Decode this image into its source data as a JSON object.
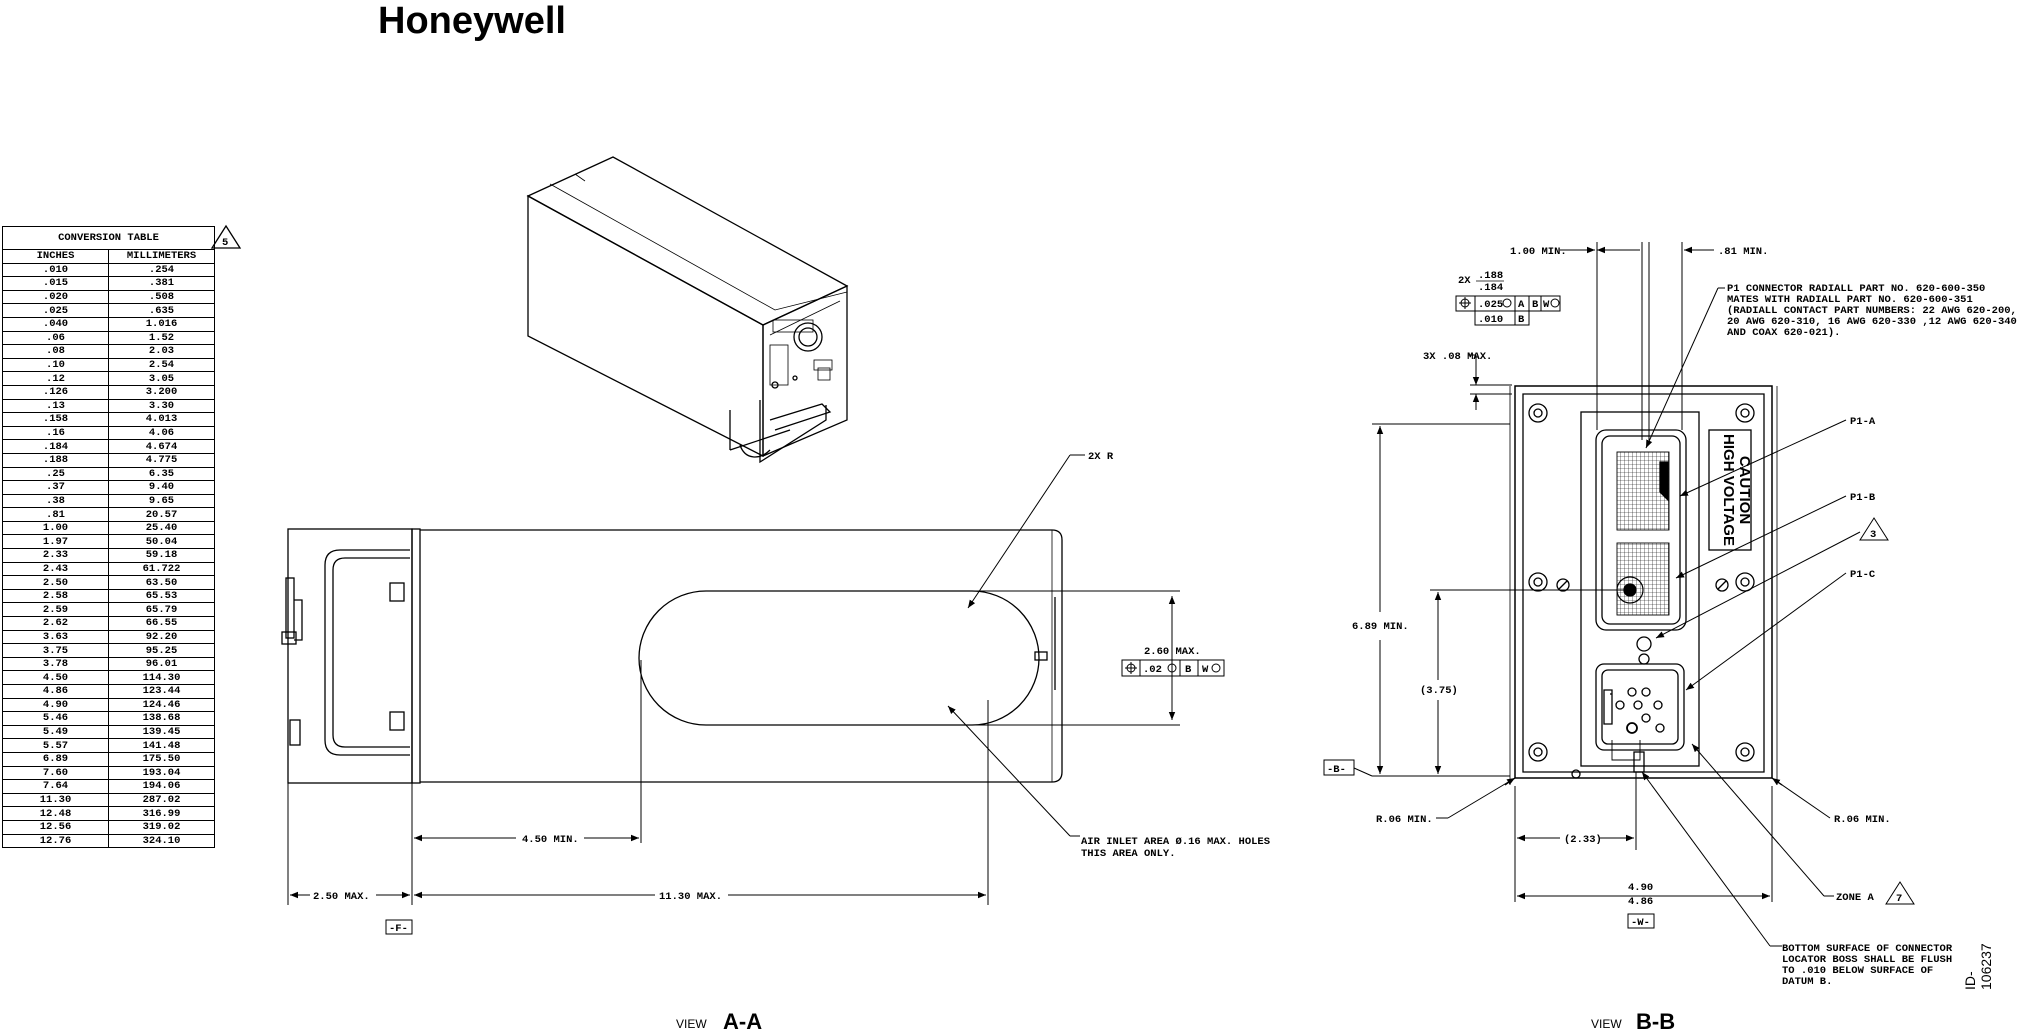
{
  "logo": "Honeywell",
  "conversion_table": {
    "title": "CONVERSION TABLE",
    "note": "5",
    "headers": [
      "INCHES",
      "MILLIMETERS"
    ],
    "rows": [
      [
        ".010",
        ".254"
      ],
      [
        ".015",
        ".381"
      ],
      [
        ".020",
        ".508"
      ],
      [
        ".025",
        ".635"
      ],
      [
        ".040",
        "1.016"
      ],
      [
        ".06",
        "1.52"
      ],
      [
        ".08",
        "2.03"
      ],
      [
        ".10",
        "2.54"
      ],
      [
        ".12",
        "3.05"
      ],
      [
        ".126",
        "3.200"
      ],
      [
        ".13",
        "3.30"
      ],
      [
        ".158",
        "4.013"
      ],
      [
        ".16",
        "4.06"
      ],
      [
        ".184",
        "4.674"
      ],
      [
        ".188",
        "4.775"
      ],
      [
        ".25",
        "6.35"
      ],
      [
        ".37",
        "9.40"
      ],
      [
        ".38",
        "9.65"
      ],
      [
        ".81",
        "20.57"
      ],
      [
        "1.00",
        "25.40"
      ],
      [
        "1.97",
        "50.04"
      ],
      [
        "2.33",
        "59.18"
      ],
      [
        "2.43",
        "61.722"
      ],
      [
        "2.50",
        "63.50"
      ],
      [
        "2.58",
        "65.53"
      ],
      [
        "2.59",
        "65.79"
      ],
      [
        "2.62",
        "66.55"
      ],
      [
        "3.63",
        "92.20"
      ],
      [
        "3.75",
        "95.25"
      ],
      [
        "3.78",
        "96.01"
      ],
      [
        "4.50",
        "114.30"
      ],
      [
        "4.86",
        "123.44"
      ],
      [
        "4.90",
        "124.46"
      ],
      [
        "5.46",
        "138.68"
      ],
      [
        "5.49",
        "139.45"
      ],
      [
        "5.57",
        "141.48"
      ],
      [
        "6.89",
        "175.50"
      ],
      [
        "7.60",
        "193.04"
      ],
      [
        "7.64",
        "194.06"
      ],
      [
        "11.30",
        "287.02"
      ],
      [
        "12.48",
        "316.99"
      ],
      [
        "12.56",
        "319.02"
      ],
      [
        "12.76",
        "324.10"
      ]
    ]
  },
  "view_aa": {
    "label_prefix": "VIEW",
    "label": "A-A",
    "callout_radius": "2X R",
    "dim_height": "2.60 MAX.",
    "fcf_tol": ".02",
    "fcf_datum1": "B",
    "fcf_datum2": "W",
    "dim_inlet": "4.50 MIN.",
    "air_inlet_note_1": "AIR INLET AREA Ø.16 MAX. HOLES",
    "air_inlet_note_2": "THIS AREA ONLY.",
    "dim_front": "2.50 MAX.",
    "dim_length": "11.30 MAX.",
    "datum_f": "-F-"
  },
  "view_bb": {
    "label_prefix": "VIEW",
    "label": "B-B",
    "dim_left": "1.00 MIN.",
    "dim_right": ".81 MIN.",
    "hole_qty": "2X",
    "hole_max": ".188",
    "hole_min": ".184",
    "fcf1_tol": ".025",
    "fcf1_datum1": "A",
    "fcf1_datum2": "B",
    "fcf1_datum3": "W",
    "fcf2_tol": ".010",
    "fcf2_datum": "B",
    "chamfer": "3X .08 MAX.",
    "connector_note_1": "P1 CONNECTOR RADIALL PART NO. 620-600-350",
    "connector_note_2": "MATES WITH RADIALL PART NO. 620-600-351",
    "connector_note_3": "(RADIALL CONTACT PART NUMBERS: 22 AWG 620-200,",
    "connector_note_4": "20 AWG 620-310, 16 AWG 620-330 ,12 AWG 620-340",
    "connector_note_5": "AND COAX 620-021).",
    "p1a": "P1-A",
    "p1b": "P1-B",
    "p1c": "P1-C",
    "note3": "3",
    "dim_height": "6.89 MIN.",
    "dim_ref": "(3.75)",
    "caution_1": "CAUTION",
    "caution_2": "HIGH VOLTAGE",
    "datum_b": "-B-",
    "radius_left": "R.06 MIN.",
    "radius_right": "R.06 MIN.",
    "dim_233": "(2.33)",
    "dim_width_max": "4.90",
    "dim_width_min": "4.86",
    "zone": "ZONE A",
    "note7": "7",
    "datum_w": "-W-",
    "bottom_note_1": "BOTTOM SURFACE OF CONNECTOR",
    "bottom_note_2": "LOCATOR BOSS SHALL BE FLUSH",
    "bottom_note_3": "TO .010 BELOW SURFACE OF",
    "bottom_note_4": "DATUM B."
  },
  "drawing_id": "ID-106237"
}
